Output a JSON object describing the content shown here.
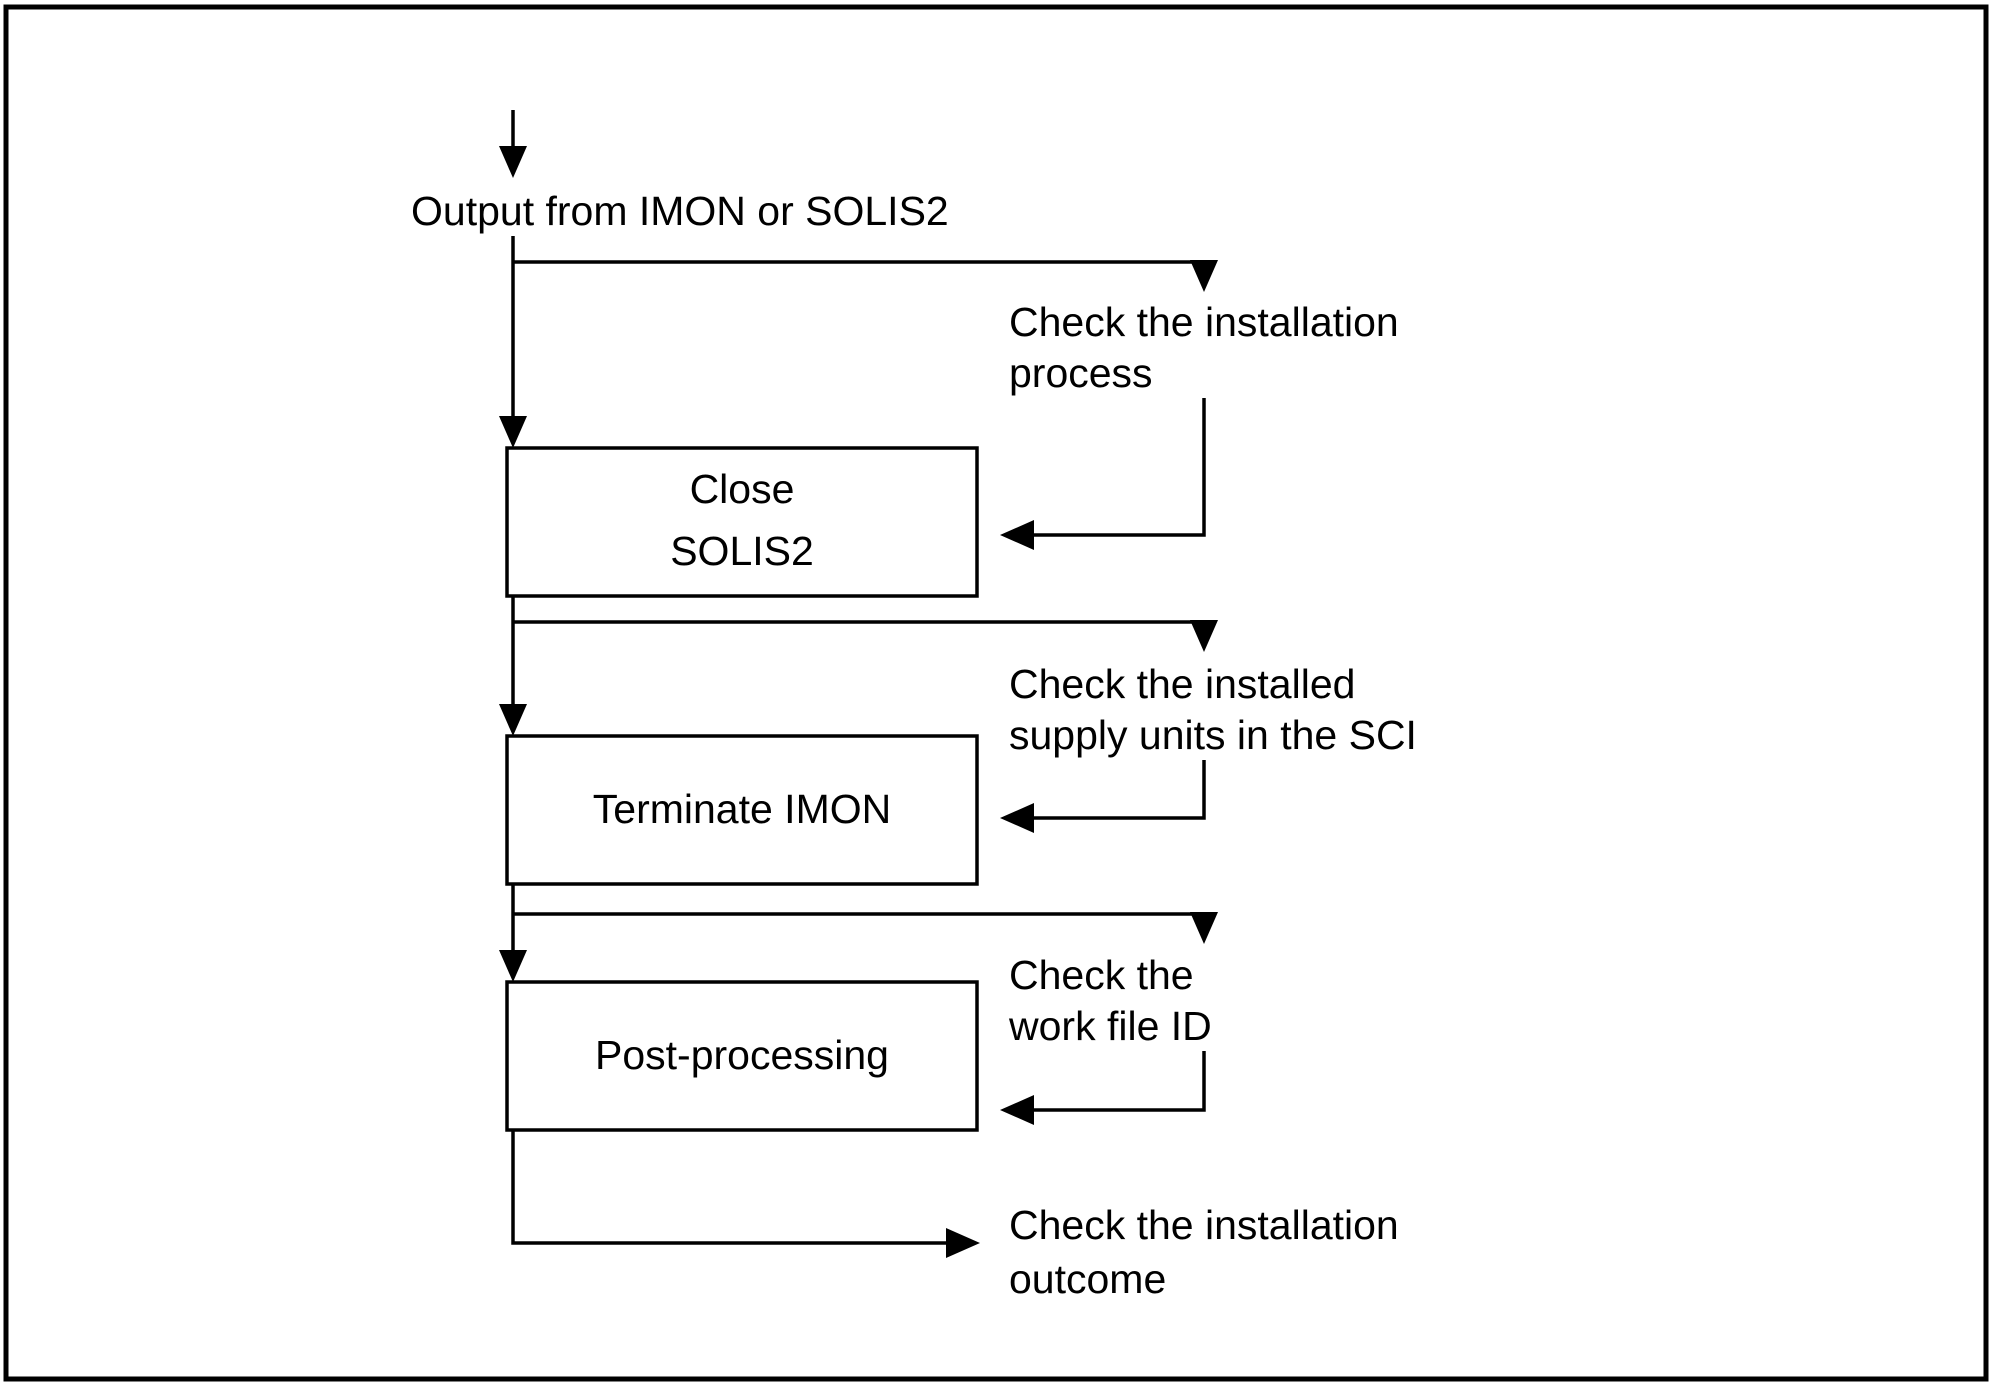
{
  "diagram": {
    "title": "Output from IMON or SOLIS2",
    "frame": {
      "border_color": "#000000",
      "background": "#ffffff"
    },
    "entry_label": "Output from IMON or SOLIS2",
    "nodes": [
      {
        "id": "close-solis2",
        "line1": "Close",
        "line2": "SOLIS2"
      },
      {
        "id": "terminate-imon",
        "line1": "Terminate IMON",
        "line2": ""
      },
      {
        "id": "post-processing",
        "line1": "Post-processing",
        "line2": ""
      }
    ],
    "side_notes": [
      {
        "id": "check-installation-process",
        "line1": "Check the installation",
        "line2": "process"
      },
      {
        "id": "check-installed-supply-units",
        "line1": "Check the installed",
        "line2": "supply units in the SCI"
      },
      {
        "id": "check-work-file-id",
        "line1": "Check the",
        "line2": "work file ID"
      },
      {
        "id": "check-installation-outcome",
        "line1": "Check the installation",
        "line2": "outcome"
      }
    ]
  }
}
